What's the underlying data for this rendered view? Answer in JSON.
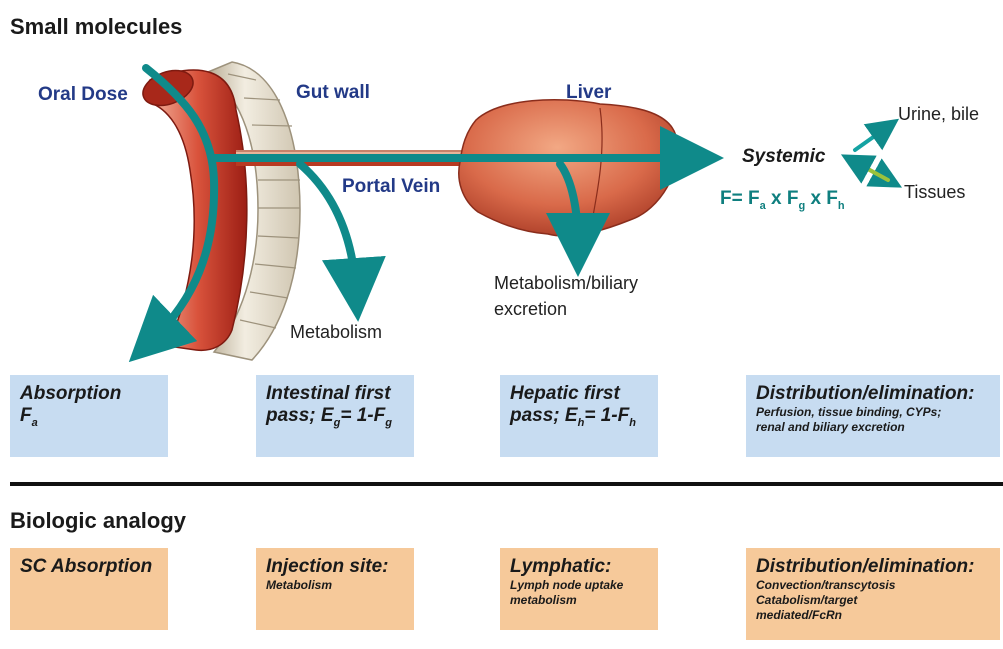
{
  "section1_title": "Small molecules",
  "section2_title": "Biologic analogy",
  "labels": {
    "oral_dose": "Oral Dose",
    "gut_wall": "Gut wall",
    "liver": "Liver",
    "portal_vein": "Portal Vein",
    "metabolism": "Metabolism",
    "metabolism_biliary_1": "Metabolism/biliary",
    "metabolism_biliary_2": "excretion",
    "systemic": "Systemic",
    "urine_bile": "Urine, bile",
    "tissues": "Tissues",
    "formula": {
      "f": "F= F",
      "a": "a",
      "x1": " x F",
      "g": "g",
      "x2": " x F",
      "h": "h"
    }
  },
  "blue_boxes": [
    {
      "title": "Absorption",
      "line2": "F",
      "sub": "a"
    },
    {
      "line1": "Intestinal first",
      "line2a": "pass; E",
      "sub1": "g",
      "line2b": "= 1-F",
      "sub2": "g"
    },
    {
      "line1": "Hepatic first",
      "line2a": "pass; E",
      "sub1": "h",
      "line2b": "= 1-F",
      "sub2": "h"
    },
    {
      "title": "Distribution/elimination:",
      "detail1": "Perfusion, tissue binding, CYPs;",
      "detail2": "renal and biliary excretion"
    }
  ],
  "orange_boxes": [
    {
      "title": "SC Absorption"
    },
    {
      "title": "Injection site:",
      "detail1": "Metabolism"
    },
    {
      "title": "Lymphatic:",
      "detail1": "Lymph node uptake",
      "detail2": "metabolism"
    },
    {
      "title": "Distribution/elimination:",
      "detail1": "Convection/transcytosis",
      "detail2": "Catabolism/target",
      "detail3": "mediated/FcRn"
    }
  ],
  "colors": {
    "teal": "#0f8a8a",
    "box_blue": "#c7dcf1",
    "box_orange": "#f6c99a",
    "label_navy": "#233a87",
    "gut_red": "#c0392b"
  }
}
